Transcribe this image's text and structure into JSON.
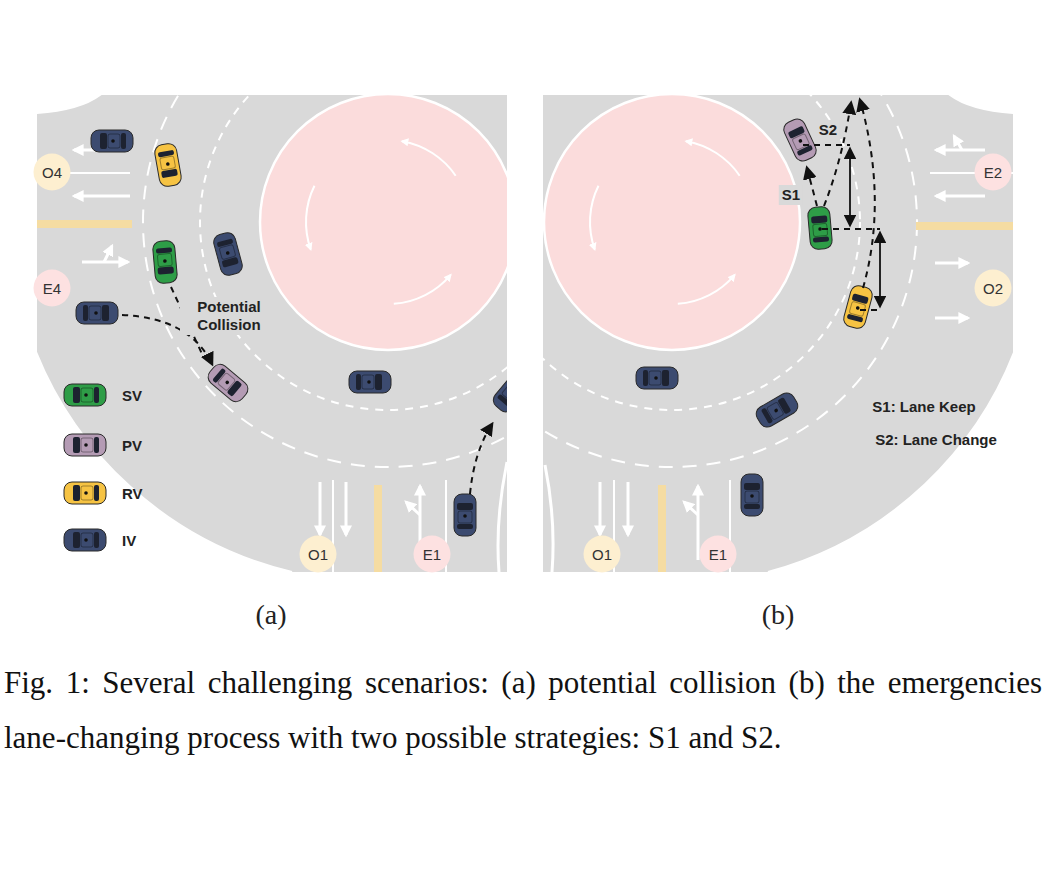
{
  "diagram": {
    "caption": "Fig. 1: Several challenging scenarios: (a) potential collision (b) the emergencies lane-changing process with two possible strategies: S1 and S2.",
    "nodes": [
      {
        "text": [
          "O4"
        ]
      },
      {
        "text": [
          "E4"
        ]
      },
      {
        "text": [
          "O1"
        ]
      },
      {
        "text": [
          "E1"
        ]
      },
      {
        "text": [
          "E2"
        ]
      },
      {
        "text": [
          "O2"
        ]
      },
      {
        "text": [
          "O1"
        ]
      },
      {
        "text": [
          "E1"
        ]
      }
    ],
    "labels": [
      "Potential Collision",
      "S2",
      "S1",
      "S1: Lane Keep",
      "S2: Lane Change",
      "(a)",
      "(b)"
    ],
    "legend": [
      {
        "text": "SV",
        "color": "#2e9d47"
      },
      {
        "text": "PV",
        "color": "#b49bb4"
      },
      {
        "text": "RV",
        "color": "#f6c343"
      },
      {
        "text": "IV",
        "color": "#3c4b70"
      }
    ]
  }
}
